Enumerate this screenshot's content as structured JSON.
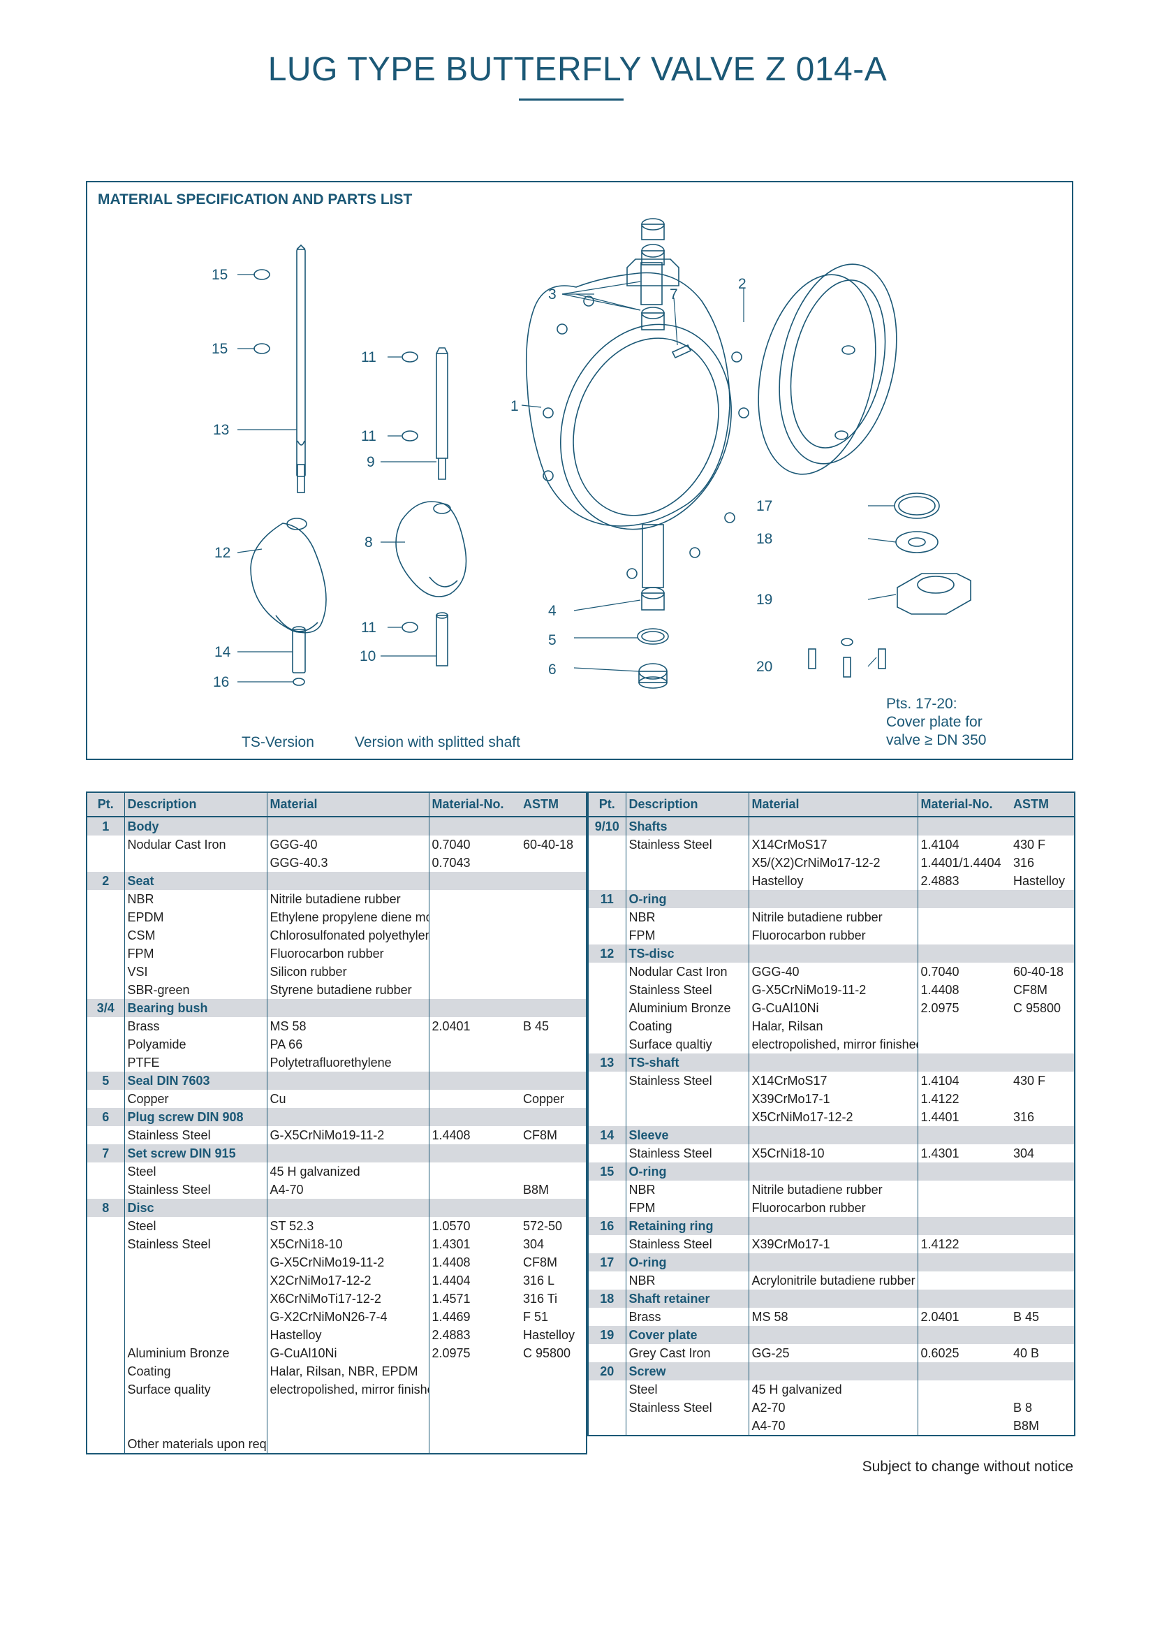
{
  "title": "LUG TYPE BUTTERFLY VALVE Z 014-A",
  "section_heading": "MATERIAL SPECIFICATION AND PARTS LIST",
  "diagram": {
    "callouts": [
      "15",
      "15",
      "13",
      "12",
      "14",
      "16",
      "11",
      "11",
      "9",
      "8",
      "11",
      "10",
      "3",
      "7",
      "2",
      "1",
      "4",
      "5",
      "6",
      "17",
      "18",
      "19",
      "20"
    ],
    "caption_ts": "TS-Version",
    "caption_split": "Version with splitted shaft",
    "cover_note": [
      "Pts. 17-20:",
      "Cover plate for",
      "valve ≥ DN 350"
    ]
  },
  "table_headers": [
    "Pt.",
    "Description",
    "Material",
    "Material-No.",
    "ASTM"
  ],
  "left_rows": [
    {
      "pt": "1",
      "desc": "Body",
      "group": true
    },
    {
      "pt": "",
      "desc": "Nodular Cast Iron",
      "material": "GGG-40",
      "no": "0.7040",
      "astm": "60-40-18"
    },
    {
      "pt": "",
      "desc": "",
      "material": "GGG-40.3",
      "no": "0.7043",
      "astm": ""
    },
    {
      "pt": "2",
      "desc": "Seat",
      "group": true
    },
    {
      "pt": "",
      "desc": "NBR",
      "material": "Nitrile butadiene rubber",
      "no": "",
      "astm": ""
    },
    {
      "pt": "",
      "desc": "EPDM",
      "material": "Ethylene propylene diene monomer rubber",
      "no": "",
      "astm": ""
    },
    {
      "pt": "",
      "desc": "CSM",
      "material": "Chlorosulfonated polyethylene rubber",
      "no": "",
      "astm": ""
    },
    {
      "pt": "",
      "desc": "FPM",
      "material": "Fluorocarbon rubber",
      "no": "",
      "astm": ""
    },
    {
      "pt": "",
      "desc": "VSI",
      "material": "Silicon rubber",
      "no": "",
      "astm": ""
    },
    {
      "pt": "",
      "desc": "SBR-green",
      "material": "Styrene butadiene rubber",
      "no": "",
      "astm": ""
    },
    {
      "pt": "3/4",
      "desc": "Bearing bush",
      "group": true
    },
    {
      "pt": "",
      "desc": "Brass",
      "material": "MS 58",
      "no": "2.0401",
      "astm": "B 45"
    },
    {
      "pt": "",
      "desc": "Polyamide",
      "material": "PA 66",
      "no": "",
      "astm": ""
    },
    {
      "pt": "",
      "desc": "PTFE",
      "material": "Polytetrafluorethylene",
      "no": "",
      "astm": ""
    },
    {
      "pt": "5",
      "desc": "Seal DIN 7603",
      "group": true
    },
    {
      "pt": "",
      "desc": "Copper",
      "material": "Cu",
      "no": "",
      "astm": "Copper"
    },
    {
      "pt": "6",
      "desc": "Plug screw DIN 908",
      "group": true
    },
    {
      "pt": "",
      "desc": "Stainless Steel",
      "material": "G-X5CrNiMo19-11-2",
      "no": "1.4408",
      "astm": "CF8M"
    },
    {
      "pt": "7",
      "desc": "Set screw DIN 915",
      "group": true
    },
    {
      "pt": "",
      "desc": "Steel",
      "material": "45 H galvanized",
      "no": "",
      "astm": ""
    },
    {
      "pt": "",
      "desc": "Stainless Steel",
      "material": "A4-70",
      "no": "",
      "astm": "B8M"
    },
    {
      "pt": "8",
      "desc": "Disc",
      "group": true
    },
    {
      "pt": "",
      "desc": "Steel",
      "material": "ST 52.3",
      "no": "1.0570",
      "astm": "572-50"
    },
    {
      "pt": "",
      "desc": "Stainless Steel",
      "material": "X5CrNi18-10",
      "no": "1.4301",
      "astm": "304"
    },
    {
      "pt": "",
      "desc": "",
      "material": "G-X5CrNiMo19-11-2",
      "no": "1.4408",
      "astm": "CF8M"
    },
    {
      "pt": "",
      "desc": "",
      "material": "X2CrNiMo17-12-2",
      "no": "1.4404",
      "astm": "316 L"
    },
    {
      "pt": "",
      "desc": "",
      "material": "X6CrNiMoTi17-12-2",
      "no": "1.4571",
      "astm": "316 Ti"
    },
    {
      "pt": "",
      "desc": "",
      "material": "G-X2CrNiMoN26-7-4",
      "no": "1.4469",
      "astm": "F 51"
    },
    {
      "pt": "",
      "desc": "",
      "material": "Hastelloy",
      "no": "2.4883",
      "astm": "Hastelloy"
    },
    {
      "pt": "",
      "desc": "Aluminium Bronze",
      "material": "G-CuAl10Ni",
      "no": "2.0975",
      "astm": "C 95800"
    },
    {
      "pt": "",
      "desc": "Coating",
      "material": "Halar, Rilsan, NBR, EPDM",
      "no": "",
      "astm": ""
    },
    {
      "pt": "",
      "desc": "Surface quality",
      "material": "electropolished, mirror finished",
      "no": "",
      "astm": ""
    },
    {
      "pt": "",
      "desc": "",
      "material": "",
      "no": "",
      "astm": ""
    },
    {
      "pt": "",
      "desc": "",
      "material": "",
      "no": "",
      "astm": ""
    },
    {
      "pt": "",
      "desc": "Other materials upon request",
      "material": "",
      "no": "",
      "astm": ""
    }
  ],
  "right_rows": [
    {
      "pt": "9/10",
      "desc": "Shafts",
      "group": true
    },
    {
      "pt": "",
      "desc": "Stainless Steel",
      "material": "X14CrMoS17",
      "no": "1.4104",
      "astm": "430 F"
    },
    {
      "pt": "",
      "desc": "",
      "material": "X5/(X2)CrNiMo17-12-2",
      "no": "1.4401/1.4404",
      "astm": "316"
    },
    {
      "pt": "",
      "desc": "",
      "material": "Hastelloy",
      "no": "2.4883",
      "astm": "Hastelloy"
    },
    {
      "pt": "11",
      "desc": "O-ring",
      "group": true
    },
    {
      "pt": "",
      "desc": "NBR",
      "material": "Nitrile butadiene rubber",
      "no": "",
      "astm": ""
    },
    {
      "pt": "",
      "desc": "FPM",
      "material": "Fluorocarbon rubber",
      "no": "",
      "astm": ""
    },
    {
      "pt": "12",
      "desc": "TS-disc",
      "group": true
    },
    {
      "pt": "",
      "desc": "Nodular Cast Iron",
      "material": "GGG-40",
      "no": "0.7040",
      "astm": "60-40-18"
    },
    {
      "pt": "",
      "desc": "Stainless Steel",
      "material": "G-X5CrNiMo19-11-2",
      "no": "1.4408",
      "astm": "CF8M"
    },
    {
      "pt": "",
      "desc": "Aluminium Bronze",
      "material": "G-CuAl10Ni",
      "no": "2.0975",
      "astm": "C 95800"
    },
    {
      "pt": "",
      "desc": "Coating",
      "material": "Halar, Rilsan",
      "no": "",
      "astm": ""
    },
    {
      "pt": "",
      "desc": "Surface qualtiy",
      "material": "electropolished, mirror finished",
      "no": "",
      "astm": ""
    },
    {
      "pt": "13",
      "desc": "TS-shaft",
      "group": true
    },
    {
      "pt": "",
      "desc": "Stainless Steel",
      "material": "X14CrMoS17",
      "no": "1.4104",
      "astm": "430 F"
    },
    {
      "pt": "",
      "desc": "",
      "material": "X39CrMo17-1",
      "no": "1.4122",
      "astm": ""
    },
    {
      "pt": "",
      "desc": "",
      "material": "X5CrNiMo17-12-2",
      "no": "1.4401",
      "astm": "316"
    },
    {
      "pt": "14",
      "desc": "Sleeve",
      "group": true
    },
    {
      "pt": "",
      "desc": "Stainless Steel",
      "material": "X5CrNi18-10",
      "no": "1.4301",
      "astm": "304"
    },
    {
      "pt": "15",
      "desc": "O-ring",
      "group": true
    },
    {
      "pt": "",
      "desc": "NBR",
      "material": "Nitrile butadiene rubber",
      "no": "",
      "astm": ""
    },
    {
      "pt": "",
      "desc": "FPM",
      "material": "Fluorocarbon rubber",
      "no": "",
      "astm": ""
    },
    {
      "pt": "16",
      "desc": "Retaining ring",
      "group": true
    },
    {
      "pt": "",
      "desc": "Stainless Steel",
      "material": "X39CrMo17-1",
      "no": "1.4122",
      "astm": ""
    },
    {
      "pt": "17",
      "desc": "O-ring",
      "group": true
    },
    {
      "pt": "",
      "desc": "NBR",
      "material": "Acrylonitrile butadiene rubber",
      "no": "",
      "astm": ""
    },
    {
      "pt": "18",
      "desc": "Shaft retainer",
      "group": true
    },
    {
      "pt": "",
      "desc": "Brass",
      "material": "MS 58",
      "no": "2.0401",
      "astm": "B 45"
    },
    {
      "pt": "19",
      "desc": "Cover plate",
      "group": true
    },
    {
      "pt": "",
      "desc": "Grey Cast Iron",
      "material": "GG-25",
      "no": "0.6025",
      "astm": "40 B"
    },
    {
      "pt": "20",
      "desc": "Screw",
      "group": true
    },
    {
      "pt": "",
      "desc": "Steel",
      "material": "45 H galvanized",
      "no": "",
      "astm": ""
    },
    {
      "pt": "",
      "desc": "Stainless Steel",
      "material": "A2-70",
      "no": "",
      "astm": "B 8"
    },
    {
      "pt": "",
      "desc": "",
      "material": "A4-70",
      "no": "",
      "astm": "B8M"
    }
  ],
  "footer_note": "Subject to change without notice"
}
